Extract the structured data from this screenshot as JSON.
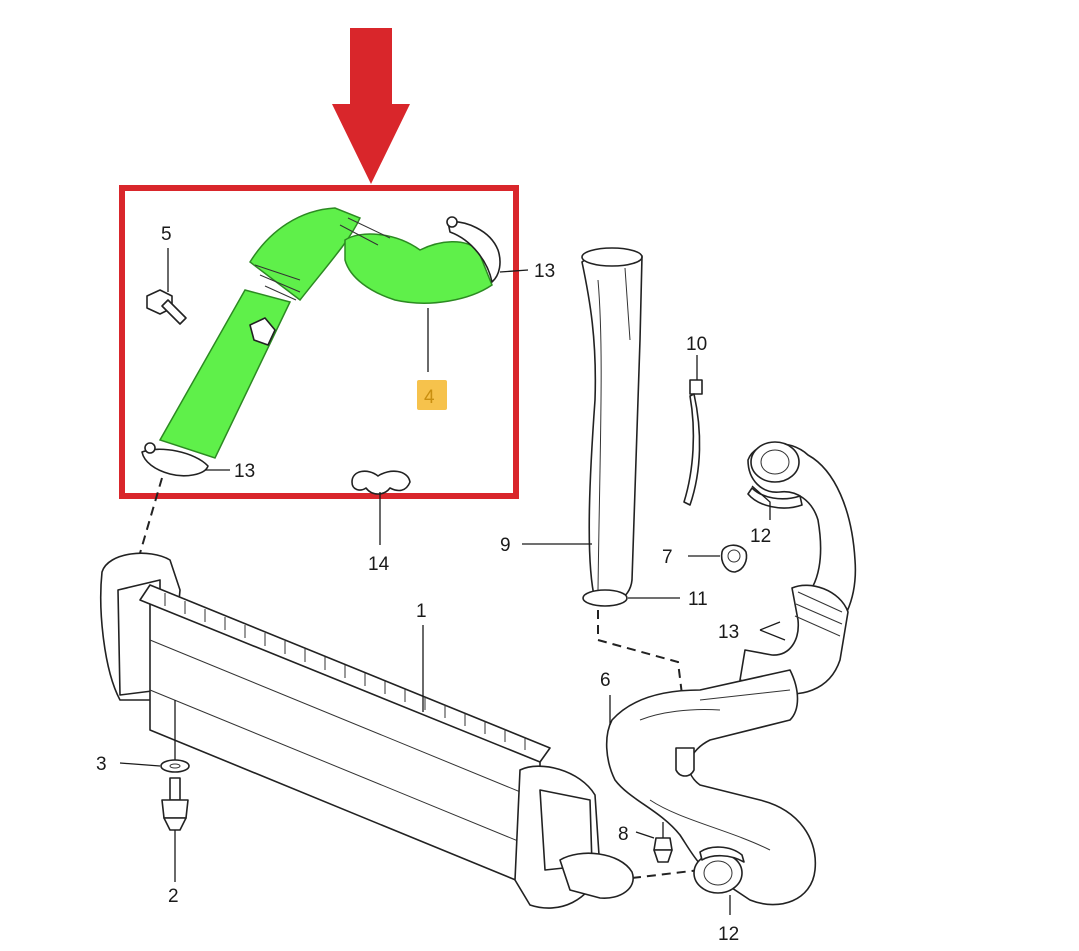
{
  "colors": {
    "highlight_frame": "#d9262b",
    "arrow": "#d9262b",
    "highlight_part": "#5ff04a",
    "badge": "#f6c24c"
  },
  "callouts": [
    {
      "id": "c1",
      "text": "1"
    },
    {
      "id": "c2",
      "text": "2"
    },
    {
      "id": "c3",
      "text": "3"
    },
    {
      "id": "c4",
      "text": "4"
    },
    {
      "id": "c5",
      "text": "5"
    },
    {
      "id": "c6",
      "text": "6"
    },
    {
      "id": "c7",
      "text": "7"
    },
    {
      "id": "c8",
      "text": "8"
    },
    {
      "id": "c9",
      "text": "9"
    },
    {
      "id": "c10",
      "text": "10"
    },
    {
      "id": "c11",
      "text": "11"
    },
    {
      "id": "c12a",
      "text": "12"
    },
    {
      "id": "c12b",
      "text": "12"
    },
    {
      "id": "c13a",
      "text": "13"
    },
    {
      "id": "c13b",
      "text": "13"
    },
    {
      "id": "c13c",
      "text": "13"
    },
    {
      "id": "c14",
      "text": "14"
    }
  ]
}
